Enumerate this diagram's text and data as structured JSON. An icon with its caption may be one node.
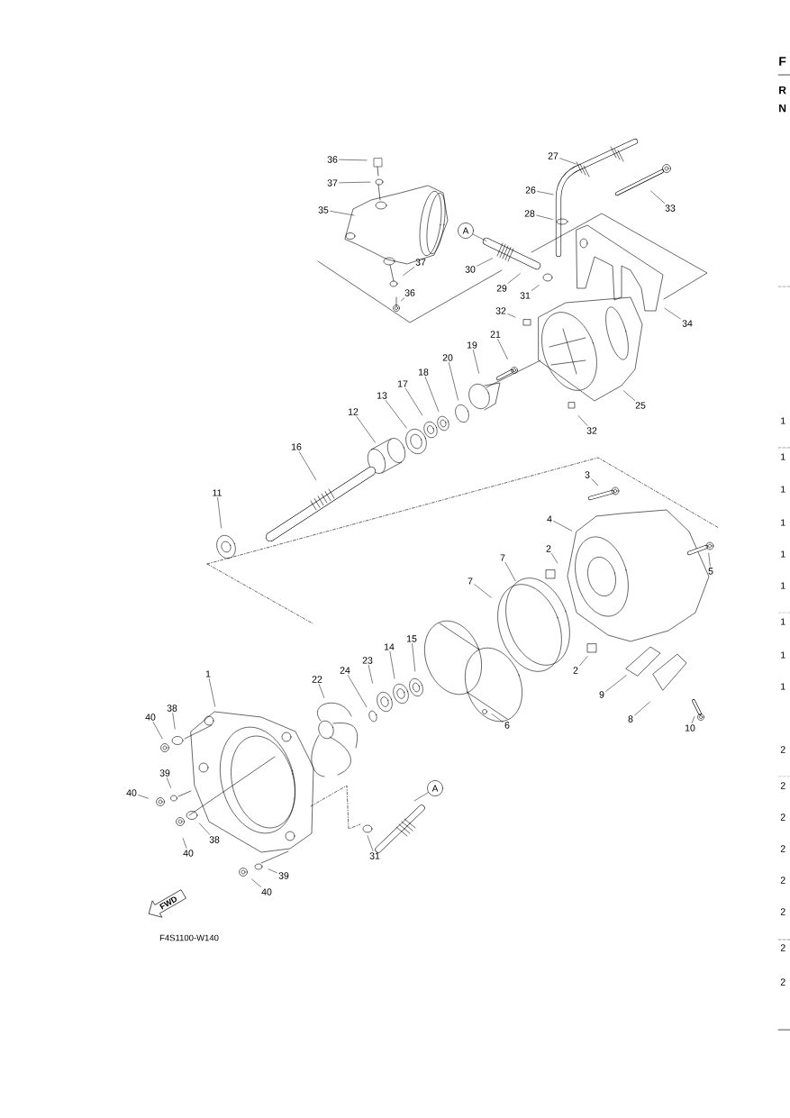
{
  "diagram": {
    "nodes": [
      {
        "text": [
          "36"
        ]
      },
      {
        "text": [
          "37"
        ]
      },
      {
        "text": [
          "35"
        ]
      },
      {
        "text": [
          "27"
        ]
      },
      {
        "text": [
          "26"
        ]
      },
      {
        "text": [
          "33"
        ]
      },
      {
        "text": [
          "28"
        ]
      },
      {
        "text": [
          "A"
        ]
      },
      {
        "text": [
          "37"
        ]
      },
      {
        "text": [
          "30"
        ]
      },
      {
        "text": [
          "29"
        ]
      },
      {
        "text": [
          "36"
        ]
      },
      {
        "text": [
          "31"
        ]
      },
      {
        "text": [
          "32"
        ]
      },
      {
        "text": [
          "34"
        ]
      },
      {
        "text": [
          "21"
        ]
      },
      {
        "text": [
          "19"
        ]
      },
      {
        "text": [
          "20"
        ]
      },
      {
        "text": [
          "18"
        ]
      },
      {
        "text": [
          "17"
        ]
      },
      {
        "text": [
          "25"
        ]
      },
      {
        "text": [
          "13"
        ]
      },
      {
        "text": [
          "12"
        ]
      },
      {
        "text": [
          "32"
        ]
      },
      {
        "text": [
          "16"
        ]
      },
      {
        "text": [
          "3"
        ]
      },
      {
        "text": [
          "11"
        ]
      },
      {
        "text": [
          "4"
        ]
      },
      {
        "text": [
          "2"
        ]
      },
      {
        "text": [
          "7"
        ]
      },
      {
        "text": [
          "5"
        ]
      },
      {
        "text": [
          "7"
        ]
      },
      {
        "text": [
          "15"
        ]
      },
      {
        "text": [
          "14"
        ]
      },
      {
        "text": [
          "23"
        ]
      },
      {
        "text": [
          "2"
        ]
      },
      {
        "text": [
          "24"
        ]
      },
      {
        "text": [
          "1"
        ]
      },
      {
        "text": [
          "22"
        ]
      },
      {
        "text": [
          "9"
        ]
      },
      {
        "text": [
          "38"
        ]
      },
      {
        "text": [
          "40"
        ]
      },
      {
        "text": [
          "8"
        ]
      },
      {
        "text": [
          "6"
        ]
      },
      {
        "text": [
          "10"
        ]
      },
      {
        "text": [
          "39"
        ]
      },
      {
        "text": [
          "40"
        ]
      },
      {
        "text": [
          "A"
        ]
      },
      {
        "text": [
          "38"
        ]
      },
      {
        "text": [
          "40"
        ]
      },
      {
        "text": [
          "31"
        ]
      },
      {
        "text": [
          "39"
        ]
      },
      {
        "text": [
          "40"
        ]
      },
      {
        "text": [
          "FWD"
        ]
      }
    ],
    "edges": [
      {
        "from": 0,
        "to": null,
        "arrow": "none"
      },
      {
        "from": 1,
        "to": null,
        "arrow": "none"
      },
      {
        "from": 2,
        "to": null,
        "arrow": "none"
      },
      {
        "from": 3,
        "to": null,
        "arrow": "none"
      },
      {
        "from": 4,
        "to": null,
        "arrow": "none"
      },
      {
        "from": 5,
        "to": null,
        "arrow": "none"
      },
      {
        "from": 6,
        "to": null,
        "arrow": "none"
      },
      {
        "from": 7,
        "to": null,
        "arrow": "none"
      },
      {
        "from": 8,
        "to": null,
        "arrow": "none"
      },
      {
        "from": 9,
        "to": null,
        "arrow": "none"
      },
      {
        "from": 10,
        "to": null,
        "arrow": "none"
      },
      {
        "from": 11,
        "to": null,
        "arrow": "none"
      },
      {
        "from": 12,
        "to": null,
        "arrow": "none"
      },
      {
        "from": 13,
        "to": null,
        "arrow": "none"
      },
      {
        "from": 14,
        "to": null,
        "arrow": "none"
      },
      {
        "from": 15,
        "to": null,
        "arrow": "none"
      },
      {
        "from": 16,
        "to": null,
        "arrow": "none"
      },
      {
        "from": 17,
        "to": null,
        "arrow": "none"
      },
      {
        "from": 18,
        "to": null,
        "arrow": "none"
      },
      {
        "from": 19,
        "to": null,
        "arrow": "none"
      },
      {
        "from": 20,
        "to": null,
        "arrow": "none"
      },
      {
        "from": 21,
        "to": null,
        "arrow": "none"
      },
      {
        "from": 22,
        "to": null,
        "arrow": "none"
      },
      {
        "from": 23,
        "to": null,
        "arrow": "none"
      },
      {
        "from": 24,
        "to": null,
        "arrow": "none"
      },
      {
        "from": 25,
        "to": null,
        "arrow": "none"
      },
      {
        "from": 26,
        "to": null,
        "arrow": "none"
      },
      {
        "from": 27,
        "to": null,
        "arrow": "none"
      },
      {
        "from": 28,
        "to": null,
        "arrow": "none"
      },
      {
        "from": 29,
        "to": null,
        "arrow": "none"
      },
      {
        "from": 30,
        "to": null,
        "arrow": "none"
      },
      {
        "from": 31,
        "to": null,
        "arrow": "none"
      },
      {
        "from": 32,
        "to": null,
        "arrow": "none"
      },
      {
        "from": 33,
        "to": null,
        "arrow": "none"
      },
      {
        "from": 34,
        "to": null,
        "arrow": "none"
      },
      {
        "from": 35,
        "to": null,
        "arrow": "none"
      },
      {
        "from": 36,
        "to": null,
        "arrow": "none"
      },
      {
        "from": 37,
        "to": null,
        "arrow": "none"
      },
      {
        "from": 38,
        "to": null,
        "arrow": "none"
      },
      {
        "from": 39,
        "to": null,
        "arrow": "none"
      },
      {
        "from": 40,
        "to": null,
        "arrow": "none"
      },
      {
        "from": 41,
        "to": null,
        "arrow": "none"
      },
      {
        "from": 42,
        "to": null,
        "arrow": "none"
      },
      {
        "from": 43,
        "to": null,
        "arrow": "none"
      },
      {
        "from": 44,
        "to": null,
        "arrow": "none"
      },
      {
        "from": 45,
        "to": null,
        "arrow": "none"
      },
      {
        "from": 46,
        "to": null,
        "arrow": "none"
      },
      {
        "from": 47,
        "to": null,
        "arrow": "none"
      },
      {
        "from": 48,
        "to": null,
        "arrow": "none"
      },
      {
        "from": 49,
        "to": null,
        "arrow": "none"
      },
      {
        "from": 50,
        "to": null,
        "arrow": "none"
      },
      {
        "from": 51,
        "to": null,
        "arrow": "none"
      },
      {
        "from": 52,
        "to": null,
        "arrow": "none"
      }
    ],
    "labels": [
      "F4S1100-W140",
      "F",
      "R",
      "N",
      "1",
      "1",
      "1",
      "1",
      "1",
      "1",
      "1",
      "1",
      "1",
      "2",
      "2",
      "2",
      "2",
      "2",
      "2",
      "2",
      "2"
    ]
  }
}
